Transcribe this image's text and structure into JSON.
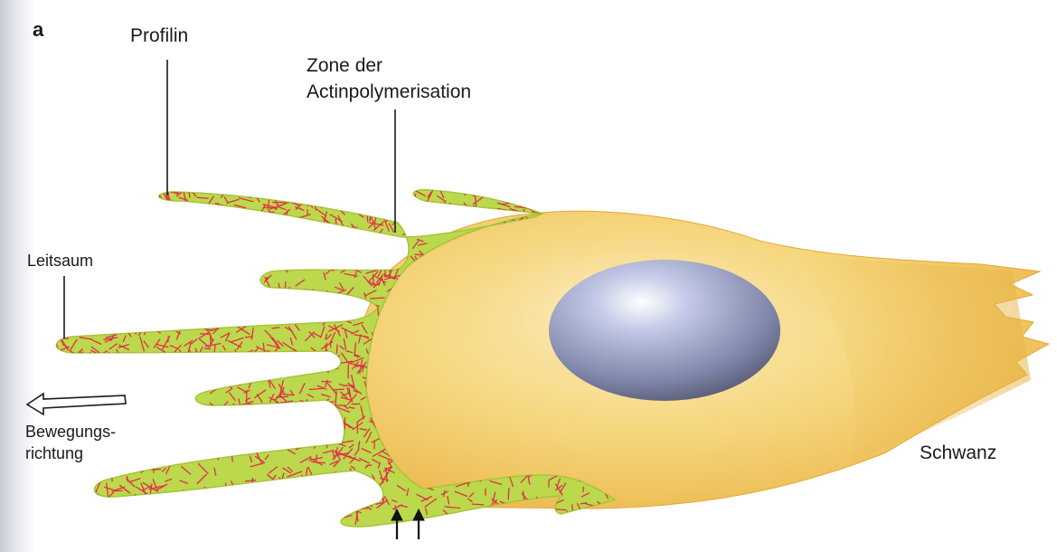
{
  "figure": {
    "panel_letter": "a",
    "labels": {
      "profilin": "Profilin",
      "zone_line1": "Zone der",
      "zone_line2": "Actinpolymerisation",
      "leitsaum": "Leitsaum",
      "bewegung_line1": "Bewegungs-",
      "bewegung_line2": "richtung",
      "schwanz": "Schwanz"
    },
    "colors": {
      "cell_body": "#f2c75c",
      "cell_highlight": "#fbe9b0",
      "leading_edge": "#b7d84a",
      "actin_filaments": "#e0304a",
      "nucleus": "#8f95b8",
      "arrows": "#111111"
    }
  }
}
